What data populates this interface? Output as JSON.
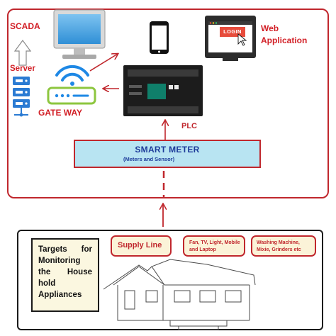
{
  "labels": {
    "scada": "SCADA",
    "server": "Server",
    "gateway": "GATE WAY",
    "web_app_line1": "Web",
    "web_app_line2": "Application",
    "login": "LOGIN",
    "plc": "PLC",
    "smart_meter": "SMART METER",
    "smart_meter_sub": "(Meters and Sensor)",
    "targets": "Targets for Monitoring the House hold Appliances",
    "supply_line": "Supply Line",
    "appliances_1": "Fan, TV, Light, Mobile and Laptop",
    "appliances_2": "Washing Machine, Mixie, Grinders etc"
  },
  "colors": {
    "frame_red": "#c0272d",
    "label_red": "#d21f26",
    "meter_fill": "#b8e4f2",
    "meter_text": "#1d3b9a",
    "tag_fill": "#fbf3d8",
    "targets_fill": "#fbf7e0",
    "router_blue": "#1e88e5"
  },
  "icons": [
    "monitor-icon",
    "smartphone-icon",
    "web-browser-icon",
    "server-rack-icon",
    "wifi-router-icon",
    "plc-device-icon",
    "house-icon",
    "up-arrow-icon"
  ]
}
